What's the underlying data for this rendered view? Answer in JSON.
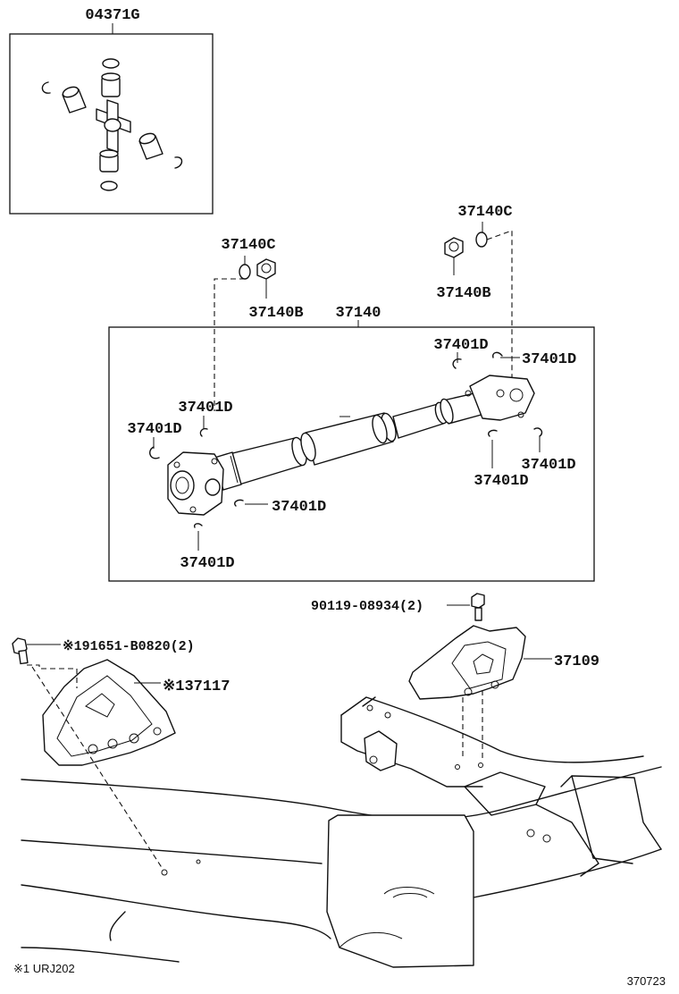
{
  "labels": {
    "kit_04371G": "04371G",
    "nut_37140C_left": "37140C",
    "nut_37140B_left": "37140B",
    "shaft_37140": "37140",
    "nut_37140C_right": "37140C",
    "nut_37140B_right": "37140B",
    "snap_37401D_1": "37401D",
    "snap_37401D_2": "37401D",
    "snap_37401D_3": "37401D",
    "snap_37401D_4": "37401D",
    "snap_37401D_5": "37401D",
    "snap_37401D_6": "37401D",
    "snap_37401D_7": "37401D",
    "snap_37401D_8": "37401D",
    "bolt_90119": "90119-08934(2)",
    "bracket_37109": "37109",
    "bolt_191651": "※191651-B0820(2)",
    "bracket_37117": "※137117"
  },
  "footer": {
    "note": "※1 URJ202",
    "diagram_code": "370723"
  }
}
